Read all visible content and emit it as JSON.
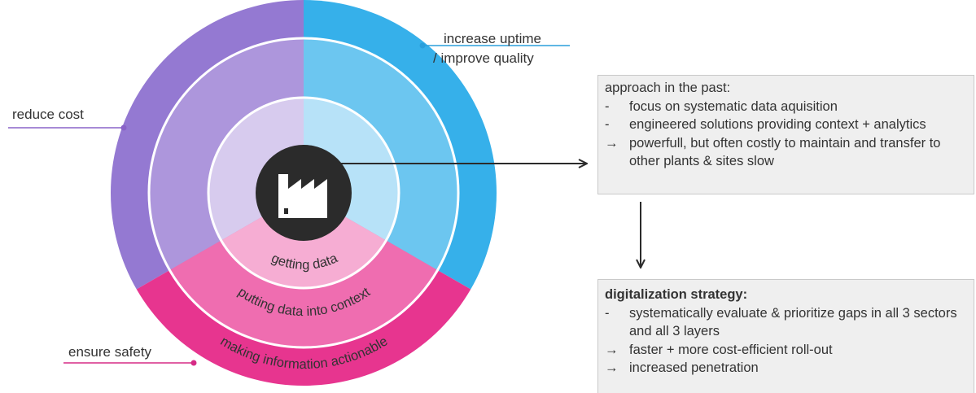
{
  "diagram": {
    "sectors": [
      {
        "name": "reduce cost",
        "outer": "#9479d2",
        "middle": "#ad96dc",
        "inner": "#d7cbee"
      },
      {
        "name": "increase uptime / improve quality",
        "outer": "#36b0ea",
        "middle": "#6cc6f0",
        "inner": "#b7e2f8"
      },
      {
        "name": "ensure safety",
        "outer": "#e7358f",
        "middle": "#ef6db0",
        "inner": "#f6add3"
      }
    ],
    "layers": [
      "getting data",
      "putting data into context",
      "making information actionable"
    ],
    "center_icon": "factory-icon",
    "hub_color": "#2b2b2b",
    "callouts": {
      "reduce_cost": "reduce cost",
      "uptime_line1": "increase uptime",
      "uptime_line2": "/ improve quality",
      "ensure_safety": "ensure safety"
    },
    "callout_colors": {
      "reduce_cost": "#8a63c8",
      "uptime": "#2a9fdc",
      "safety": "#d62b86"
    }
  },
  "past_box": {
    "heading": "approach in the past:",
    "items": [
      {
        "mark": "-",
        "text": "focus on systematic data aquisition"
      },
      {
        "mark": "-",
        "text": "engineered solutions providing context + analytics"
      },
      {
        "mark": "→",
        "text": "powerfull, but often costly to maintain and transfer to other plants & sites slow"
      }
    ]
  },
  "strategy_box": {
    "heading": "digitalization strategy:",
    "items": [
      {
        "mark": "-",
        "text": "systematically evaluate & prioritize gaps in all 3 sectors and all 3 layers"
      },
      {
        "mark": "→",
        "text": "faster + more cost-efficient roll-out"
      },
      {
        "mark": "→",
        "text": "increased penetration"
      }
    ]
  }
}
